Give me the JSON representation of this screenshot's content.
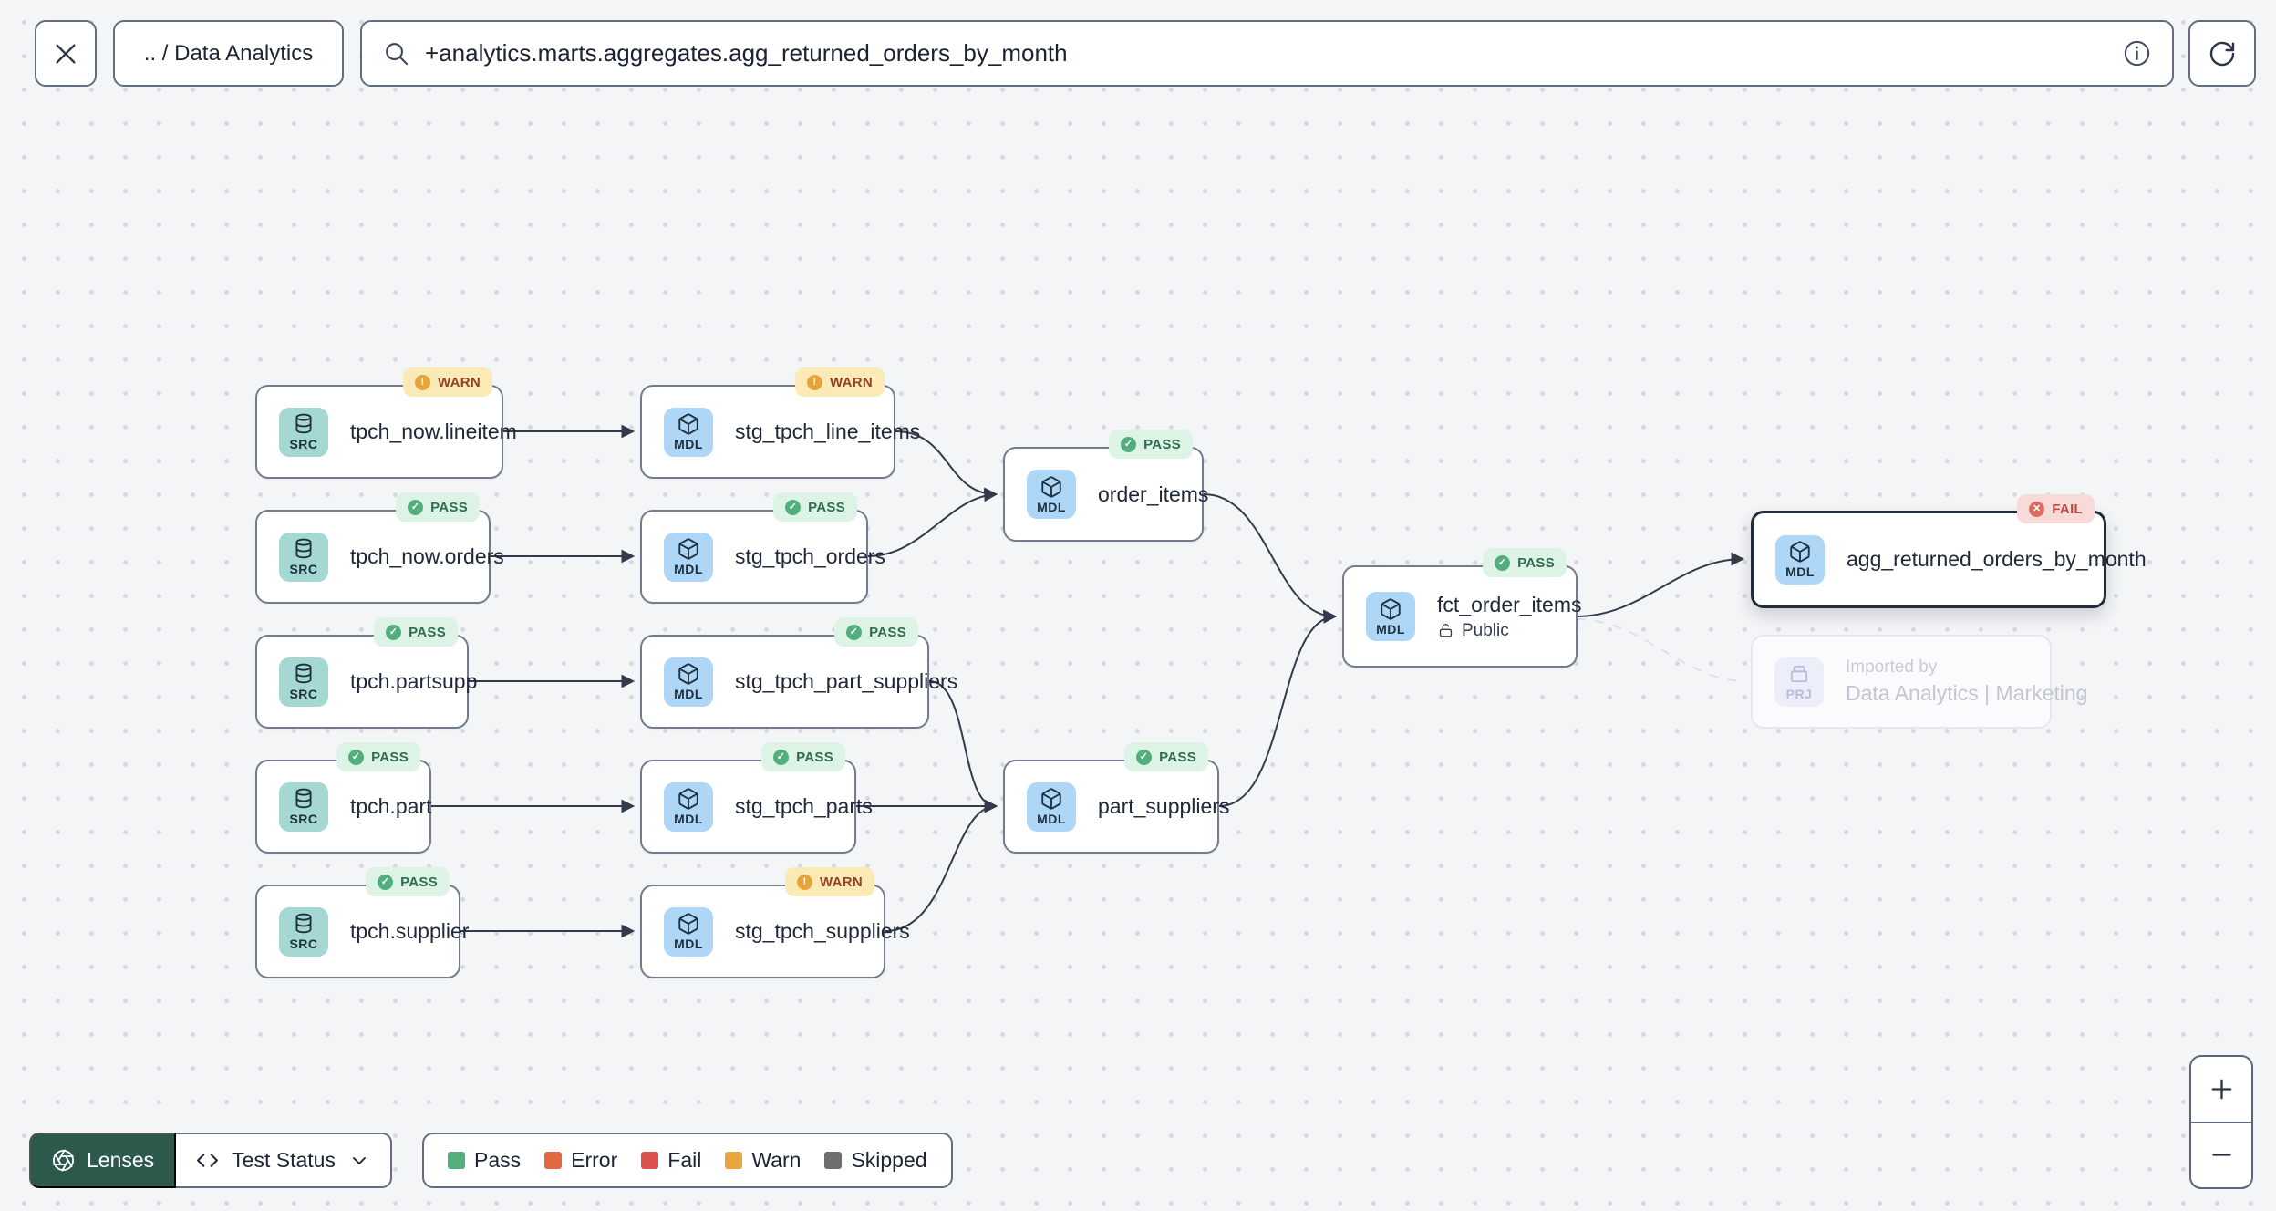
{
  "toolbar": {
    "breadcrumb": ".. / Data Analytics",
    "search_value": "+analytics.marts.aggregates.agg_returned_orders_by_month"
  },
  "icons": {
    "pass_glyph": "✓",
    "warn_glyph": "!",
    "fail_glyph": "✕",
    "icon_names": [
      "close-icon",
      "search-icon",
      "info-icon",
      "refresh-icon",
      "database-icon",
      "cube-icon",
      "project-icon",
      "lock-open-icon",
      "aperture-icon",
      "code-icon",
      "chevron-down-icon",
      "plus-icon",
      "minus-icon"
    ]
  },
  "graph": {
    "nodes": [
      {
        "id": "tpch_now.lineitem",
        "label": "tpch_now.lineitem",
        "type": "SRC",
        "status": "WARN"
      },
      {
        "id": "tpch_now.orders",
        "label": "tpch_now.orders",
        "type": "SRC",
        "status": "PASS"
      },
      {
        "id": "tpch.partsupp",
        "label": "tpch.partsupp",
        "type": "SRC",
        "status": "PASS"
      },
      {
        "id": "tpch.part",
        "label": "tpch.part",
        "type": "SRC",
        "status": "PASS"
      },
      {
        "id": "tpch.supplier",
        "label": "tpch.supplier",
        "type": "SRC",
        "status": "PASS"
      },
      {
        "id": "stg_tpch_line_items",
        "label": "stg_tpch_line_items",
        "type": "MDL",
        "status": "WARN"
      },
      {
        "id": "stg_tpch_orders",
        "label": "stg_tpch_orders",
        "type": "MDL",
        "status": "PASS"
      },
      {
        "id": "stg_tpch_part_suppliers",
        "label": "stg_tpch_part_suppliers",
        "type": "MDL",
        "status": "PASS"
      },
      {
        "id": "stg_tpch_parts",
        "label": "stg_tpch_parts",
        "type": "MDL",
        "status": "PASS"
      },
      {
        "id": "stg_tpch_suppliers",
        "label": "stg_tpch_suppliers",
        "type": "MDL",
        "status": "WARN"
      },
      {
        "id": "order_items",
        "label": "order_items",
        "type": "MDL",
        "status": "PASS"
      },
      {
        "id": "part_suppliers",
        "label": "part_suppliers",
        "type": "MDL",
        "status": "PASS"
      },
      {
        "id": "fct_order_items",
        "label": "fct_order_items",
        "type": "MDL",
        "status": "PASS",
        "access": "Public"
      },
      {
        "id": "agg_returned_orders_by_month",
        "label": "agg_returned_orders_by_month",
        "type": "MDL",
        "status": "FAIL",
        "selected": true
      },
      {
        "id": "imported_by_project",
        "title": "Imported by",
        "label": "Data Analytics | Marketing",
        "type": "PRJ",
        "ghost": true
      }
    ],
    "edges": [
      [
        "tpch_now.lineitem",
        "stg_tpch_line_items"
      ],
      [
        "tpch_now.orders",
        "stg_tpch_orders"
      ],
      [
        "tpch.partsupp",
        "stg_tpch_part_suppliers"
      ],
      [
        "tpch.part",
        "stg_tpch_parts"
      ],
      [
        "tpch.supplier",
        "stg_tpch_suppliers"
      ],
      [
        "stg_tpch_line_items",
        "order_items"
      ],
      [
        "stg_tpch_orders",
        "order_items"
      ],
      [
        "stg_tpch_part_suppliers",
        "part_suppliers"
      ],
      [
        "stg_tpch_parts",
        "part_suppliers"
      ],
      [
        "stg_tpch_suppliers",
        "part_suppliers"
      ],
      [
        "order_items",
        "fct_order_items"
      ],
      [
        "part_suppliers",
        "fct_order_items"
      ],
      [
        "fct_order_items",
        "agg_returned_orders_by_month"
      ],
      [
        "fct_order_items",
        "imported_by_project",
        "dashed"
      ]
    ]
  },
  "lenses": {
    "button_label": "Lenses",
    "selected_lens": "Test Status"
  },
  "legend": {
    "items": [
      {
        "label": "Pass",
        "color": "#53ae7e"
      },
      {
        "label": "Error",
        "color": "#e0693f"
      },
      {
        "label": "Fail",
        "color": "#dc514d"
      },
      {
        "label": "Warn",
        "color": "#e9a53b"
      },
      {
        "label": "Skipped",
        "color": "#6e6e6e"
      }
    ]
  },
  "zoom_controls": {
    "zoom_in": "+",
    "zoom_out": "−"
  }
}
